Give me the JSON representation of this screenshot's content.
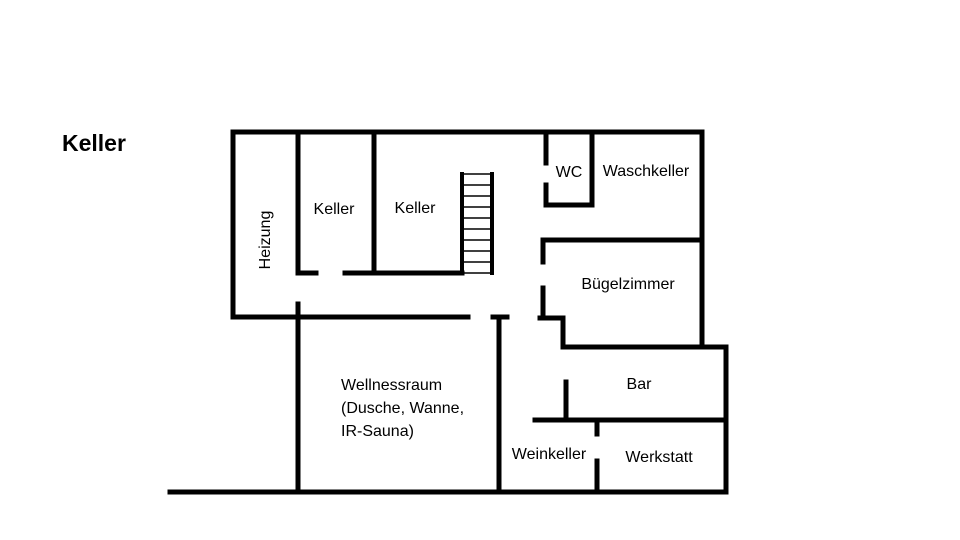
{
  "title": "Keller",
  "rooms": {
    "heizung": "Heizung",
    "keller_1": "Keller",
    "keller_2": "Keller",
    "wc": "WC",
    "waschkeller": "Waschkeller",
    "buegelzimmer": "Bügelzimmer",
    "wellnessraum": [
      "Wellnessraum",
      "(Dusche, Wanne,",
      "IR-Sauna)"
    ],
    "bar": "Bar",
    "weinkeller": "Weinkeller",
    "werkstatt": "Werkstatt"
  }
}
